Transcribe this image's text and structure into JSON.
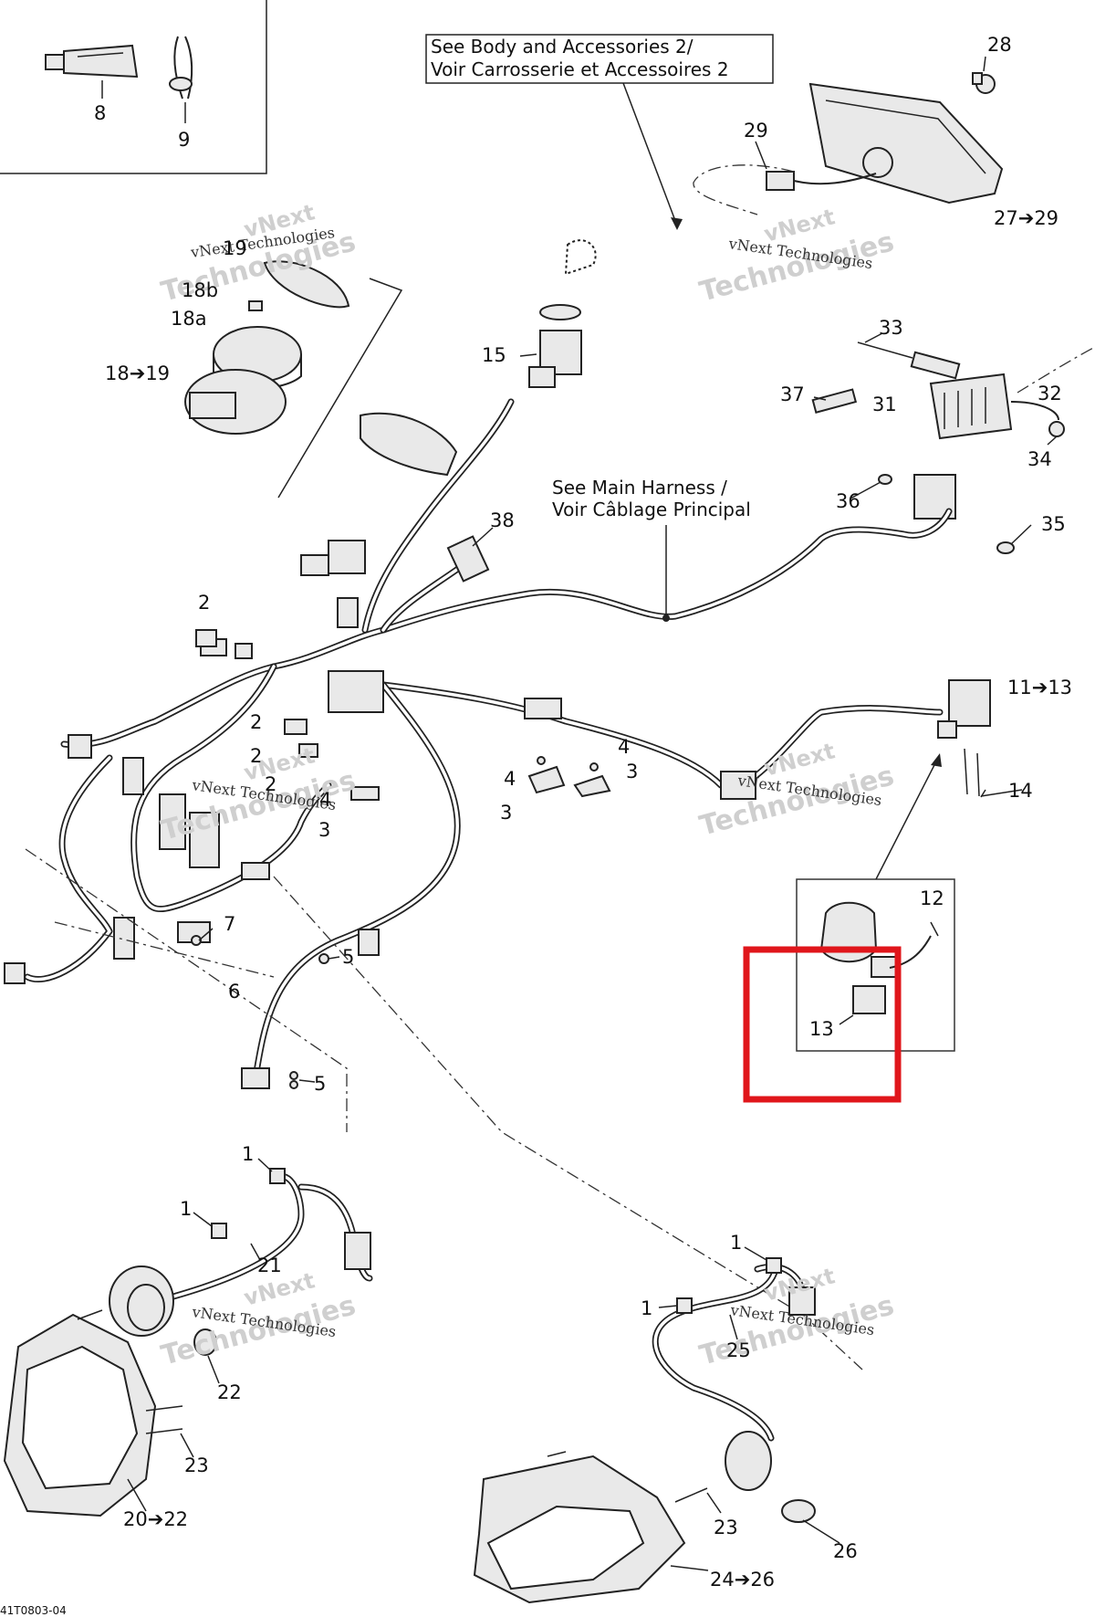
{
  "notes": {
    "body_accessories_line1": "See Body and Accessories 2/",
    "body_accessories_line2": "Voir Carrosserie et Accessoires 2",
    "main_harness_line1": "See Main Harness /",
    "main_harness_line2": "Voir Câblage Principal"
  },
  "callouts": {
    "c8": "8",
    "c9": "9",
    "c28": "28",
    "c29": "29",
    "c27_29": "27➔29",
    "c19": "19",
    "c18b": "18b",
    "c18a": "18a",
    "c18_19": "18➔19",
    "c15": "15",
    "c33": "33",
    "c37": "37",
    "c31": "31",
    "c32": "32",
    "c34": "34",
    "c36": "36",
    "c35": "35",
    "c38": "38",
    "c2a": "2",
    "c2b": "2",
    "c2c": "2",
    "c2d": "2",
    "c4a": "4",
    "c4b": "4",
    "c4c": "4",
    "c3a": "3",
    "c3b": "3",
    "c3c": "3",
    "c11_13": "11➔13",
    "c14": "14",
    "c12": "12",
    "c13": "13",
    "c7": "7",
    "c6": "6",
    "c5a": "5",
    "c5b": "5",
    "c1a": "1",
    "c1b": "1",
    "c1c": "1",
    "c1d": "1",
    "c21": "21",
    "c22": "22",
    "c23a": "23",
    "c20_22": "20➔22",
    "c25": "25",
    "c23b": "23",
    "c26": "26",
    "c24_26": "24➔26"
  },
  "drawing_number": "41T0803-04",
  "watermark": {
    "big": "Technologies",
    "small": "vNext Technologies",
    "top": "vNext"
  },
  "highlight": {
    "color": "#e0161b"
  }
}
